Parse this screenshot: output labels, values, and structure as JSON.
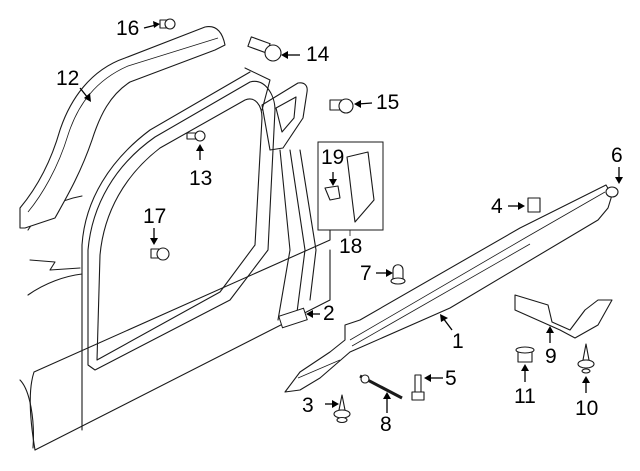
{
  "diagram": {
    "title": "Rocker panel & pillar trim parts diagram",
    "callouts": [
      {
        "id": "1",
        "label": "1",
        "part": "rocker-molding"
      },
      {
        "id": "2",
        "label": "2",
        "part": "label-plate"
      },
      {
        "id": "3",
        "label": "3",
        "part": "push-clip"
      },
      {
        "id": "4",
        "label": "4",
        "part": "retainer-clip"
      },
      {
        "id": "5",
        "label": "5",
        "part": "bolt"
      },
      {
        "id": "6",
        "label": "6",
        "part": "end-clip"
      },
      {
        "id": "7",
        "label": "7",
        "part": "nut-retainer"
      },
      {
        "id": "8",
        "label": "8",
        "part": "rivet"
      },
      {
        "id": "9",
        "label": "9",
        "part": "bracket"
      },
      {
        "id": "10",
        "label": "10",
        "part": "push-pin"
      },
      {
        "id": "11",
        "label": "11",
        "part": "nut"
      },
      {
        "id": "12",
        "label": "12",
        "part": "pillar-trim"
      },
      {
        "id": "13",
        "label": "13",
        "part": "pin-clip"
      },
      {
        "id": "14",
        "label": "14",
        "part": "screw"
      },
      {
        "id": "15",
        "label": "15",
        "part": "grommet"
      },
      {
        "id": "16",
        "label": "16",
        "part": "trim-clip"
      },
      {
        "id": "17",
        "label": "17",
        "part": "plug"
      },
      {
        "id": "18",
        "label": "18",
        "part": "applique-assembly"
      },
      {
        "id": "19",
        "label": "19",
        "part": "applique-clip"
      }
    ]
  },
  "colors": {
    "line": "#1a1a1a",
    "background": "#ffffff"
  }
}
